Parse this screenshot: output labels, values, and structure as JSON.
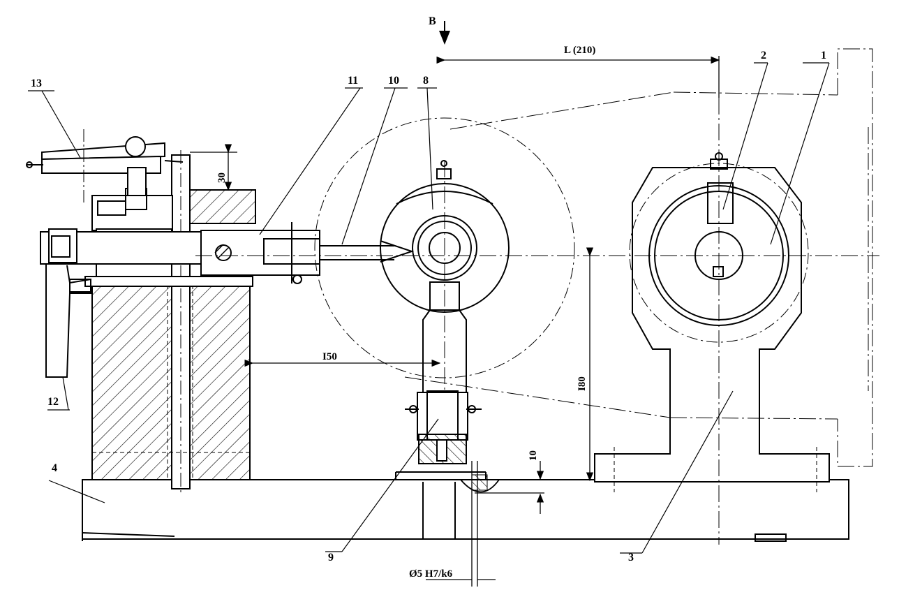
{
  "view_marker": "B",
  "dimensions": {
    "length": "L (210)",
    "height": "I80",
    "reach": "I50",
    "height_30": "30",
    "depth_10": "10",
    "fit": "Ø5 H7/k6"
  },
  "callouts": [
    "1",
    "2",
    "3",
    "4",
    "8",
    "9",
    "10",
    "11",
    "12",
    "13"
  ],
  "colors": {
    "ink": "#000000",
    "paper": "#ffffff"
  }
}
